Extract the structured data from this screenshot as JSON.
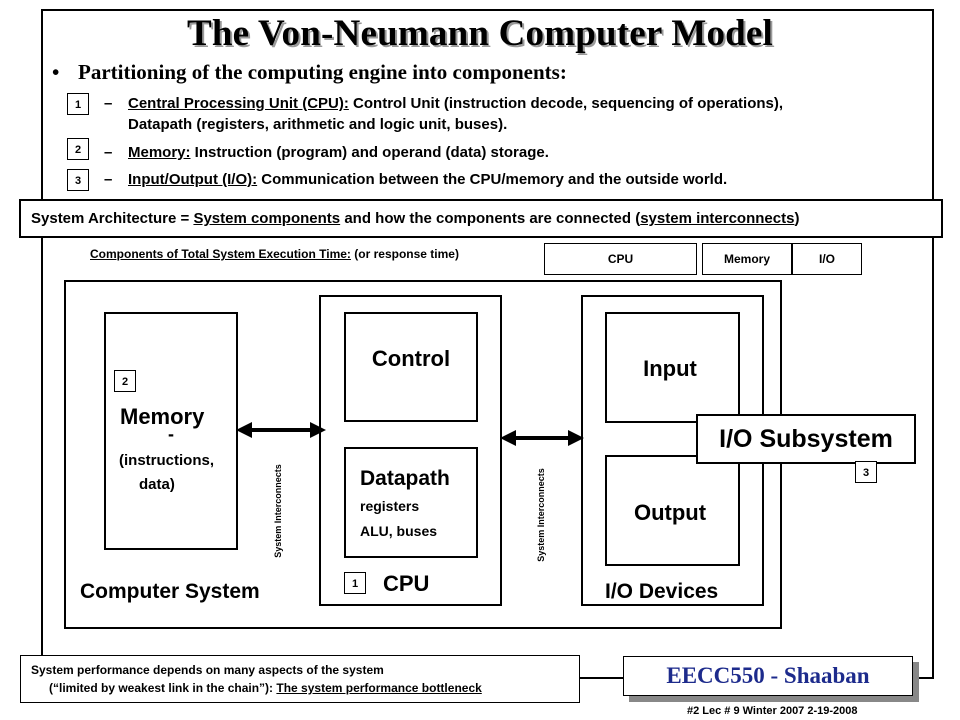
{
  "slide": {
    "title": "The Von-Neumann Computer Model",
    "bullet": "Partitioning of the computing engine into components:",
    "bullet_marker": "•",
    "dash": "–",
    "items": [
      {
        "num": "1",
        "term": "Central Processing Unit (CPU):",
        "desc": " Control Unit (instruction decode, sequencing of operations),",
        "desc2": "Datapath (registers, arithmetic and logic unit, buses)."
      },
      {
        "num": "2",
        "term": "Memory:",
        "desc": "  Instruction (program) and operand (data) storage."
      },
      {
        "num": "3",
        "term": "Input/Output (I/O):",
        "desc": "  Communication between the CPU/memory and the outside world."
      }
    ],
    "arch": {
      "prefix": "System Architecture = ",
      "part1": "System components",
      "middle": " and how the components are connected (",
      "part2": "system interconnects",
      "suffix": ")"
    },
    "exec_time": {
      "label": "Components of Total System Execution Time:",
      "note": " (or  response time)"
    },
    "time_boxes": [
      "CPU",
      "Memory",
      "I/O"
    ]
  },
  "diagram": {
    "memory": {
      "title": "Memory",
      "dash": "-",
      "line1": "(instructions,",
      "line2": "data)",
      "num": "2"
    },
    "cpu": {
      "control": "Control",
      "datapath": "Datapath",
      "registers": "registers",
      "alu": "ALU, buses",
      "label": "CPU",
      "num": "1"
    },
    "io": {
      "input": "Input",
      "output": "Output",
      "label": "I/O Devices",
      "subsystem": "I/O Subsystem",
      "num": "3"
    },
    "interconnect": "System  Interconnects",
    "system_label": "Computer System"
  },
  "footer": {
    "perf_line1": "System performance depends on many aspects of the system",
    "perf_line2_prefix": "(“limited by weakest link in the chain”):  ",
    "perf_line2_u": "The system performance bottleneck",
    "course": "EECC550 - Shaaban",
    "meta": "#2   Lec # 9   Winter 2007  2-19-2008"
  }
}
